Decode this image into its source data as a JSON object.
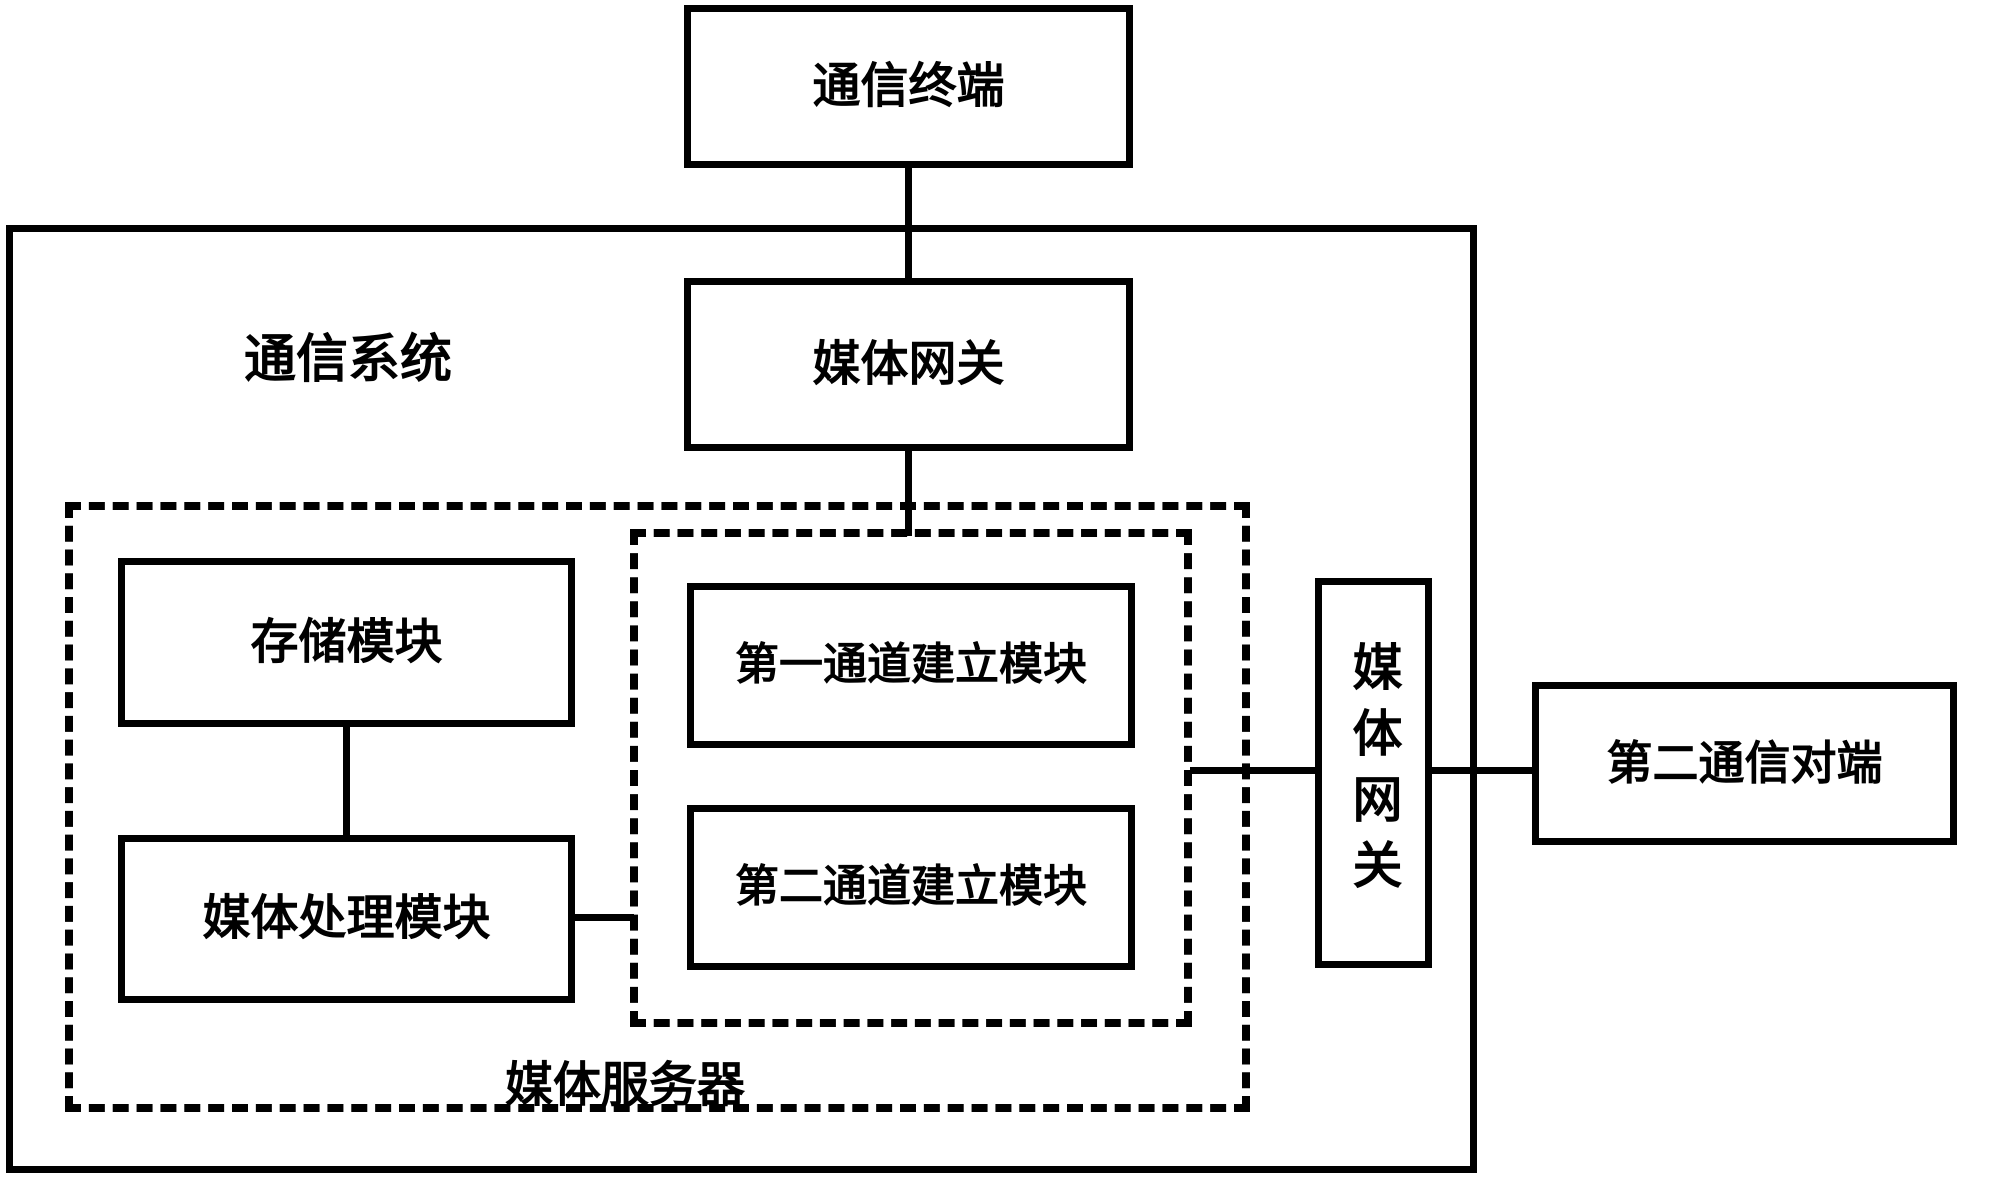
{
  "colors": {
    "line": "#000000",
    "background": "#ffffff"
  },
  "nodes": {
    "comm_terminal": {
      "label": "通信终端"
    },
    "system_label": "通信系统",
    "media_gateway_top": {
      "label": "媒体网关"
    },
    "storage_module": {
      "label": "存储模块"
    },
    "media_processing_module": {
      "label": "媒体处理模块"
    },
    "first_channel_module": {
      "label": "第一通道建立模块"
    },
    "second_channel_module": {
      "label": "第二通道建立模块"
    },
    "media_server_label": "媒体服务器",
    "media_gateway_right": {
      "label": "媒体网关"
    },
    "second_peer": {
      "label": "第二通信对端"
    }
  }
}
